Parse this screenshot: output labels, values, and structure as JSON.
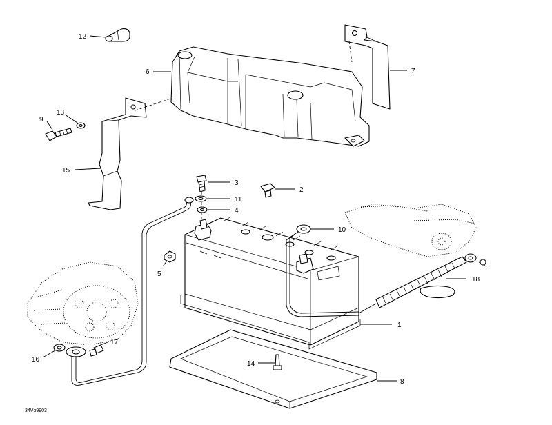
{
  "diagram_code": "34Vb9903",
  "callouts": [
    {
      "num": "1"
    },
    {
      "num": "2"
    },
    {
      "num": "3"
    },
    {
      "num": "4"
    },
    {
      "num": "5"
    },
    {
      "num": "6"
    },
    {
      "num": "7"
    },
    {
      "num": "8"
    },
    {
      "num": "9"
    },
    {
      "num": "10"
    },
    {
      "num": "11"
    },
    {
      "num": "12"
    },
    {
      "num": "13"
    },
    {
      "num": "14"
    },
    {
      "num": "15"
    },
    {
      "num": "16"
    },
    {
      "num": "17"
    },
    {
      "num": "18"
    }
  ],
  "colors": {
    "line": "#000000",
    "background": "#ffffff"
  }
}
